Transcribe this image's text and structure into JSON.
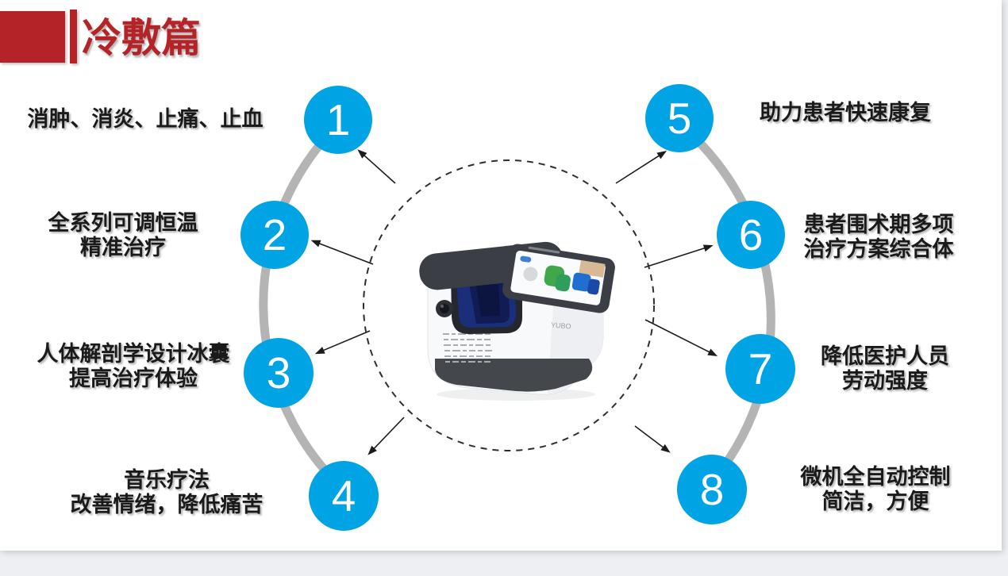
{
  "slide": {
    "title": "冷敷篇",
    "colors": {
      "accent_red": "#b42328",
      "badge_blue": "#00a3e4",
      "arc_gray": "#b4b4b4",
      "ink": "#1a1a1a",
      "page_background": "#edeff2"
    },
    "items": [
      {
        "number": "1",
        "label": "消肿、消炎、止痛、止血"
      },
      {
        "number": "2",
        "label": "全系列可调恒温\n精准治疗"
      },
      {
        "number": "3",
        "label": "人体解剖学设计冰囊\n提高治疗体验"
      },
      {
        "number": "4",
        "label": "音乐疗法\n改善情绪，降低痛苦"
      },
      {
        "number": "5",
        "label": "助力患者快速康复"
      },
      {
        "number": "6",
        "label": "患者围术期多项\n治疗方案综合体"
      },
      {
        "number": "7",
        "label": "降低医护人员\n劳动强度"
      },
      {
        "number": "8",
        "label": "微机全自动控制\n简洁，方便"
      }
    ],
    "device": {
      "logo": "YUBO"
    }
  }
}
